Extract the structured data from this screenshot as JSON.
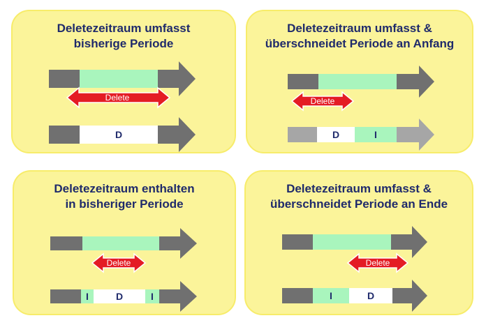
{
  "panels": [
    {
      "id": "top-left",
      "title_line1": "Deletezeitraum umfasst",
      "title_line2": "bisherige Periode",
      "delete_label": "Delete",
      "result_segments": [
        "D"
      ]
    },
    {
      "id": "top-right",
      "title_line1": "Deletezeitraum umfasst &",
      "title_line2": "überschneidet Periode an Anfang",
      "delete_label": "Delete",
      "result_segments": [
        "D",
        "I"
      ]
    },
    {
      "id": "bottom-left",
      "title_line1": "Deletezeitraum enthalten",
      "title_line2": "in bisheriger Periode",
      "delete_label": "Delete",
      "result_segments": [
        "I",
        "D",
        "I"
      ]
    },
    {
      "id": "bottom-right",
      "title_line1": "Deletezeitraum umfasst &",
      "title_line2": "überschneidet Periode an Ende",
      "delete_label": "Delete",
      "result_segments": [
        "I",
        "D"
      ]
    }
  ],
  "colors": {
    "panel_fill": "#fbf49a",
    "panel_border": "#f7ec6a",
    "title_text": "#1f2a6b",
    "arrow_grey": "#707070",
    "arrow_light_grey": "#a6a6a6",
    "period_green": "#a9f5bd",
    "delete_red": "#e41c24",
    "delete_white_segment": "#ffffff"
  }
}
